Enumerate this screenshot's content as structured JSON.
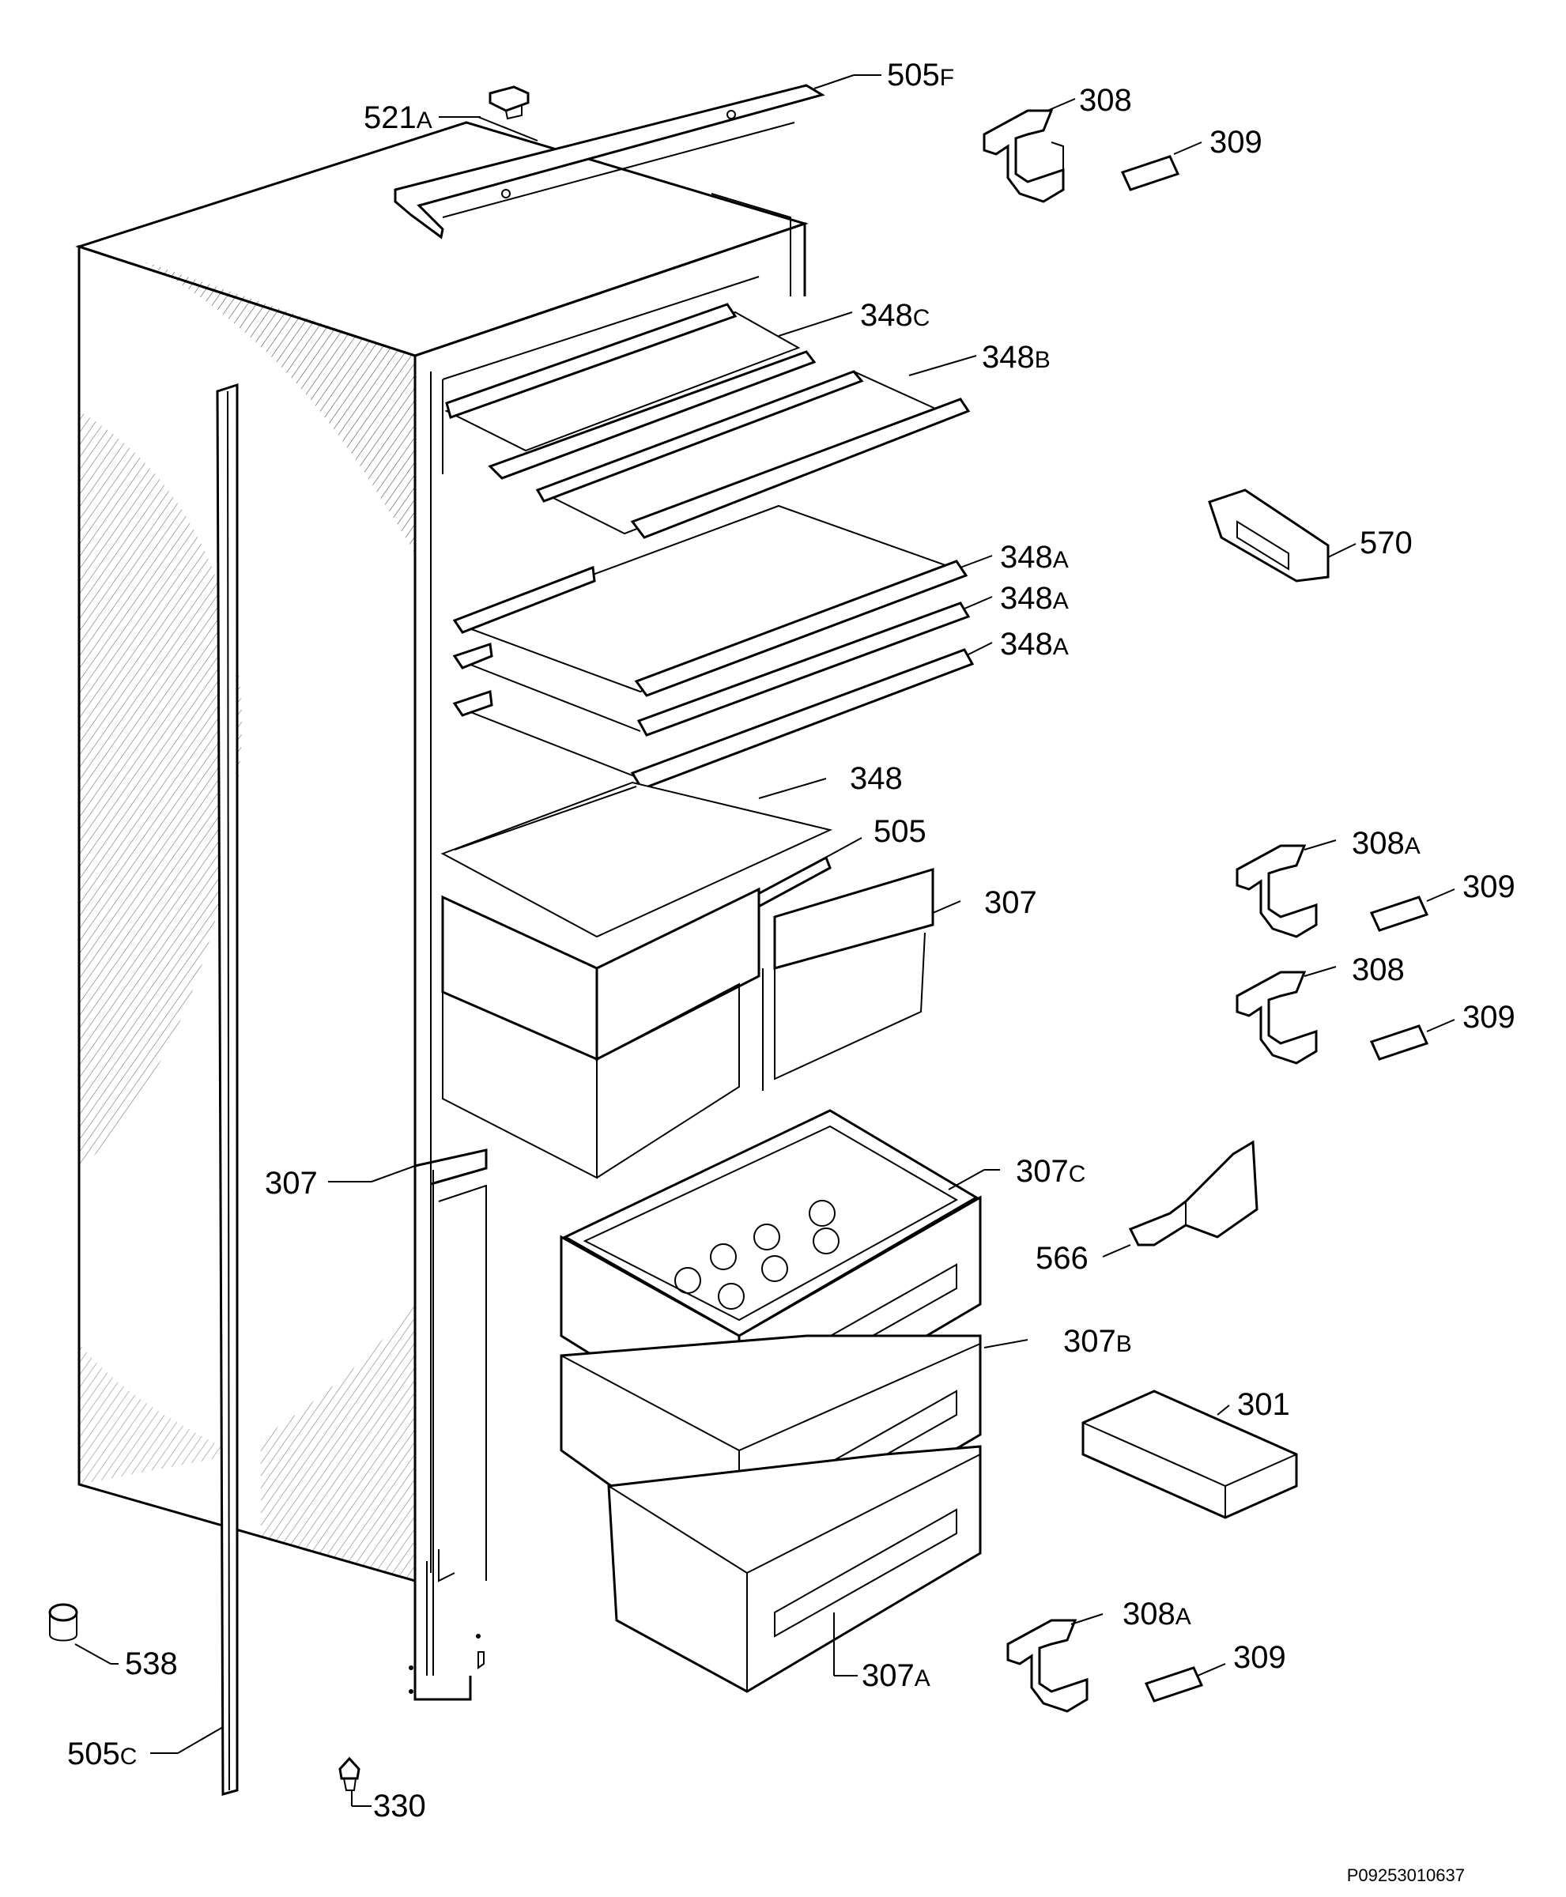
{
  "callouts": [
    {
      "id": "c521A",
      "num": "521",
      "sfx": "A"
    },
    {
      "id": "c505F",
      "num": "505",
      "sfx": "F"
    },
    {
      "id": "c308a",
      "num": "308",
      "sfx": ""
    },
    {
      "id": "c309a",
      "num": "309",
      "sfx": ""
    },
    {
      "id": "c348C",
      "num": "348",
      "sfx": "C"
    },
    {
      "id": "c348B",
      "num": "348",
      "sfx": "B"
    },
    {
      "id": "c570",
      "num": "570",
      "sfx": ""
    },
    {
      "id": "c348A1",
      "num": "348",
      "sfx": "A"
    },
    {
      "id": "c348A2",
      "num": "348",
      "sfx": "A"
    },
    {
      "id": "c348A3",
      "num": "348",
      "sfx": "A"
    },
    {
      "id": "c348",
      "num": "348",
      "sfx": ""
    },
    {
      "id": "c505",
      "num": "505",
      "sfx": ""
    },
    {
      "id": "c307r",
      "num": "307",
      "sfx": ""
    },
    {
      "id": "c308A1",
      "num": "308",
      "sfx": "A"
    },
    {
      "id": "c309b",
      "num": "309",
      "sfx": ""
    },
    {
      "id": "c308b",
      "num": "308",
      "sfx": ""
    },
    {
      "id": "c309c",
      "num": "309",
      "sfx": ""
    },
    {
      "id": "c307l",
      "num": "307",
      "sfx": ""
    },
    {
      "id": "c307C",
      "num": "307",
      "sfx": "C"
    },
    {
      "id": "c566",
      "num": "566",
      "sfx": ""
    },
    {
      "id": "c307B",
      "num": "307",
      "sfx": "B"
    },
    {
      "id": "c301",
      "num": "301",
      "sfx": ""
    },
    {
      "id": "c538",
      "num": "538",
      "sfx": ""
    },
    {
      "id": "c308A2",
      "num": "308",
      "sfx": "A"
    },
    {
      "id": "c309d",
      "num": "309",
      "sfx": ""
    },
    {
      "id": "c307A",
      "num": "307",
      "sfx": "A"
    },
    {
      "id": "c505C",
      "num": "505",
      "sfx": "C"
    },
    {
      "id": "c330",
      "num": "330",
      "sfx": ""
    }
  ],
  "doc_id": "P09253010637",
  "colors": {
    "ink": "#000000",
    "paper": "#ffffff"
  }
}
